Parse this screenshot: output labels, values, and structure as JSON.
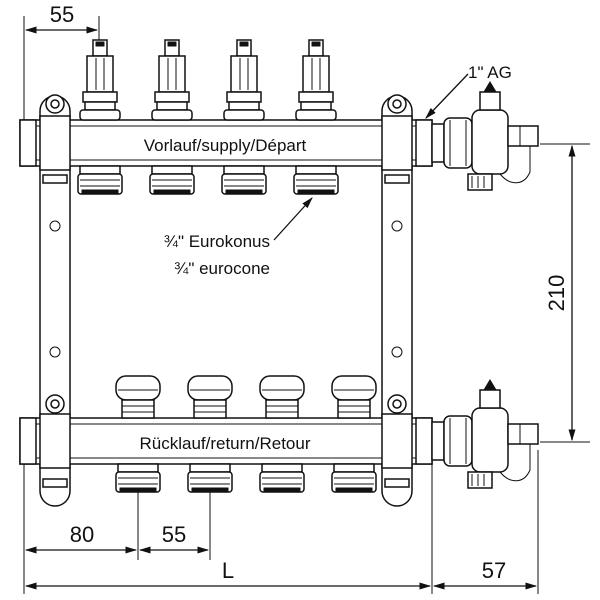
{
  "labels": {
    "supply": "Vorlauf/supply/Départ",
    "return": "Rücklauf/return/Retour",
    "eurocone_de": "¾\" Eurokonus",
    "eurocone_en": "¾\" eurocone",
    "thread": "1\" AG"
  },
  "dimensions": {
    "top_left": "55",
    "bottom_80": "80",
    "bottom_55": "55",
    "length": "L",
    "valve": "57",
    "height": "210"
  },
  "components": {
    "top_outlets": 4,
    "bottom_outlets": 4,
    "ball_valves": 2
  }
}
